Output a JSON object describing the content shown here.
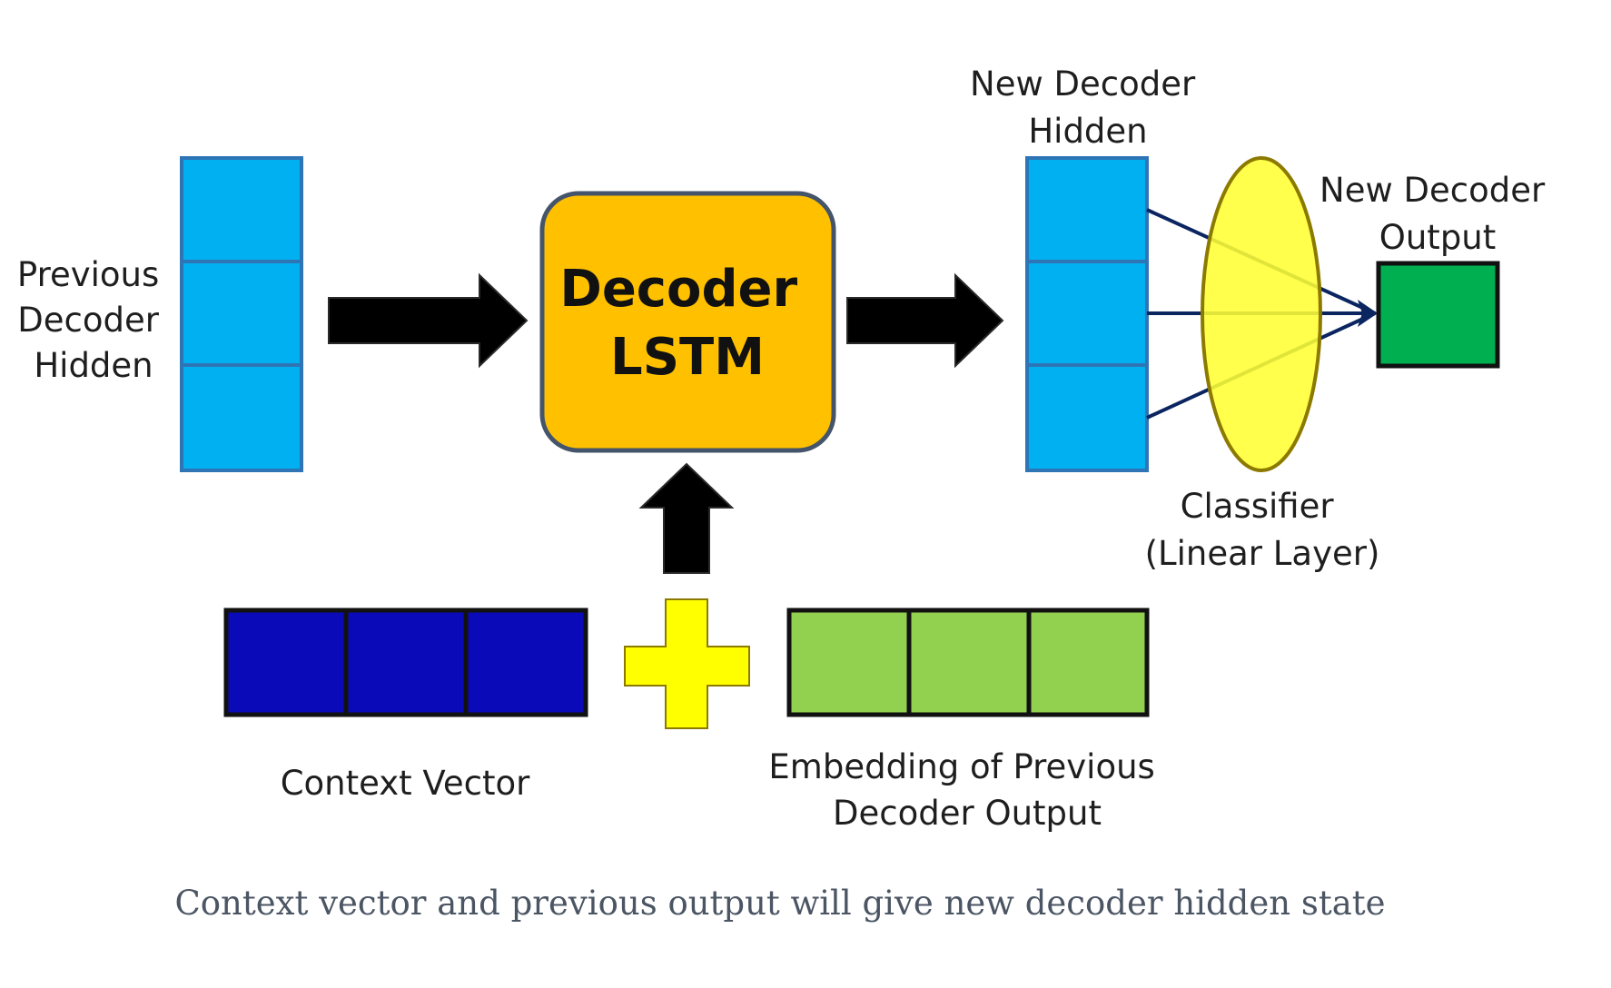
{
  "labels": {
    "previous_hidden": [
      "Previous",
      "Decoder",
      "Hidden"
    ],
    "decoder_box": [
      "Decoder",
      "LSTM"
    ],
    "new_hidden": [
      "New Decoder",
      "Hidden"
    ],
    "new_output": [
      "New Decoder",
      "Output"
    ],
    "classifier": [
      "Classifier",
      "(Linear Layer)"
    ],
    "context_vector": "Context Vector",
    "embedding": [
      "Embedding of Previous",
      "Decoder Output"
    ]
  },
  "caption": "Context vector and previous output will give new decoder hidden state",
  "colors": {
    "hidden_cell": "#00b0f0",
    "hidden_border": "#2e75b6",
    "decoder_box": "#ffc000",
    "decoder_border": "#44546a",
    "context_cell": "#0a0ab8",
    "embedding_cell": "#92d050",
    "output_cell": "#00b050",
    "plus": "#ffff00",
    "classifier": "#ffff33",
    "classifier_border": "#8c7a00",
    "arrow": "#000000",
    "connector": "#0a2560"
  },
  "icons": {
    "arrow": "thick-right-arrow",
    "up_arrow": "thick-up-arrow",
    "plus": "plus-icon"
  }
}
